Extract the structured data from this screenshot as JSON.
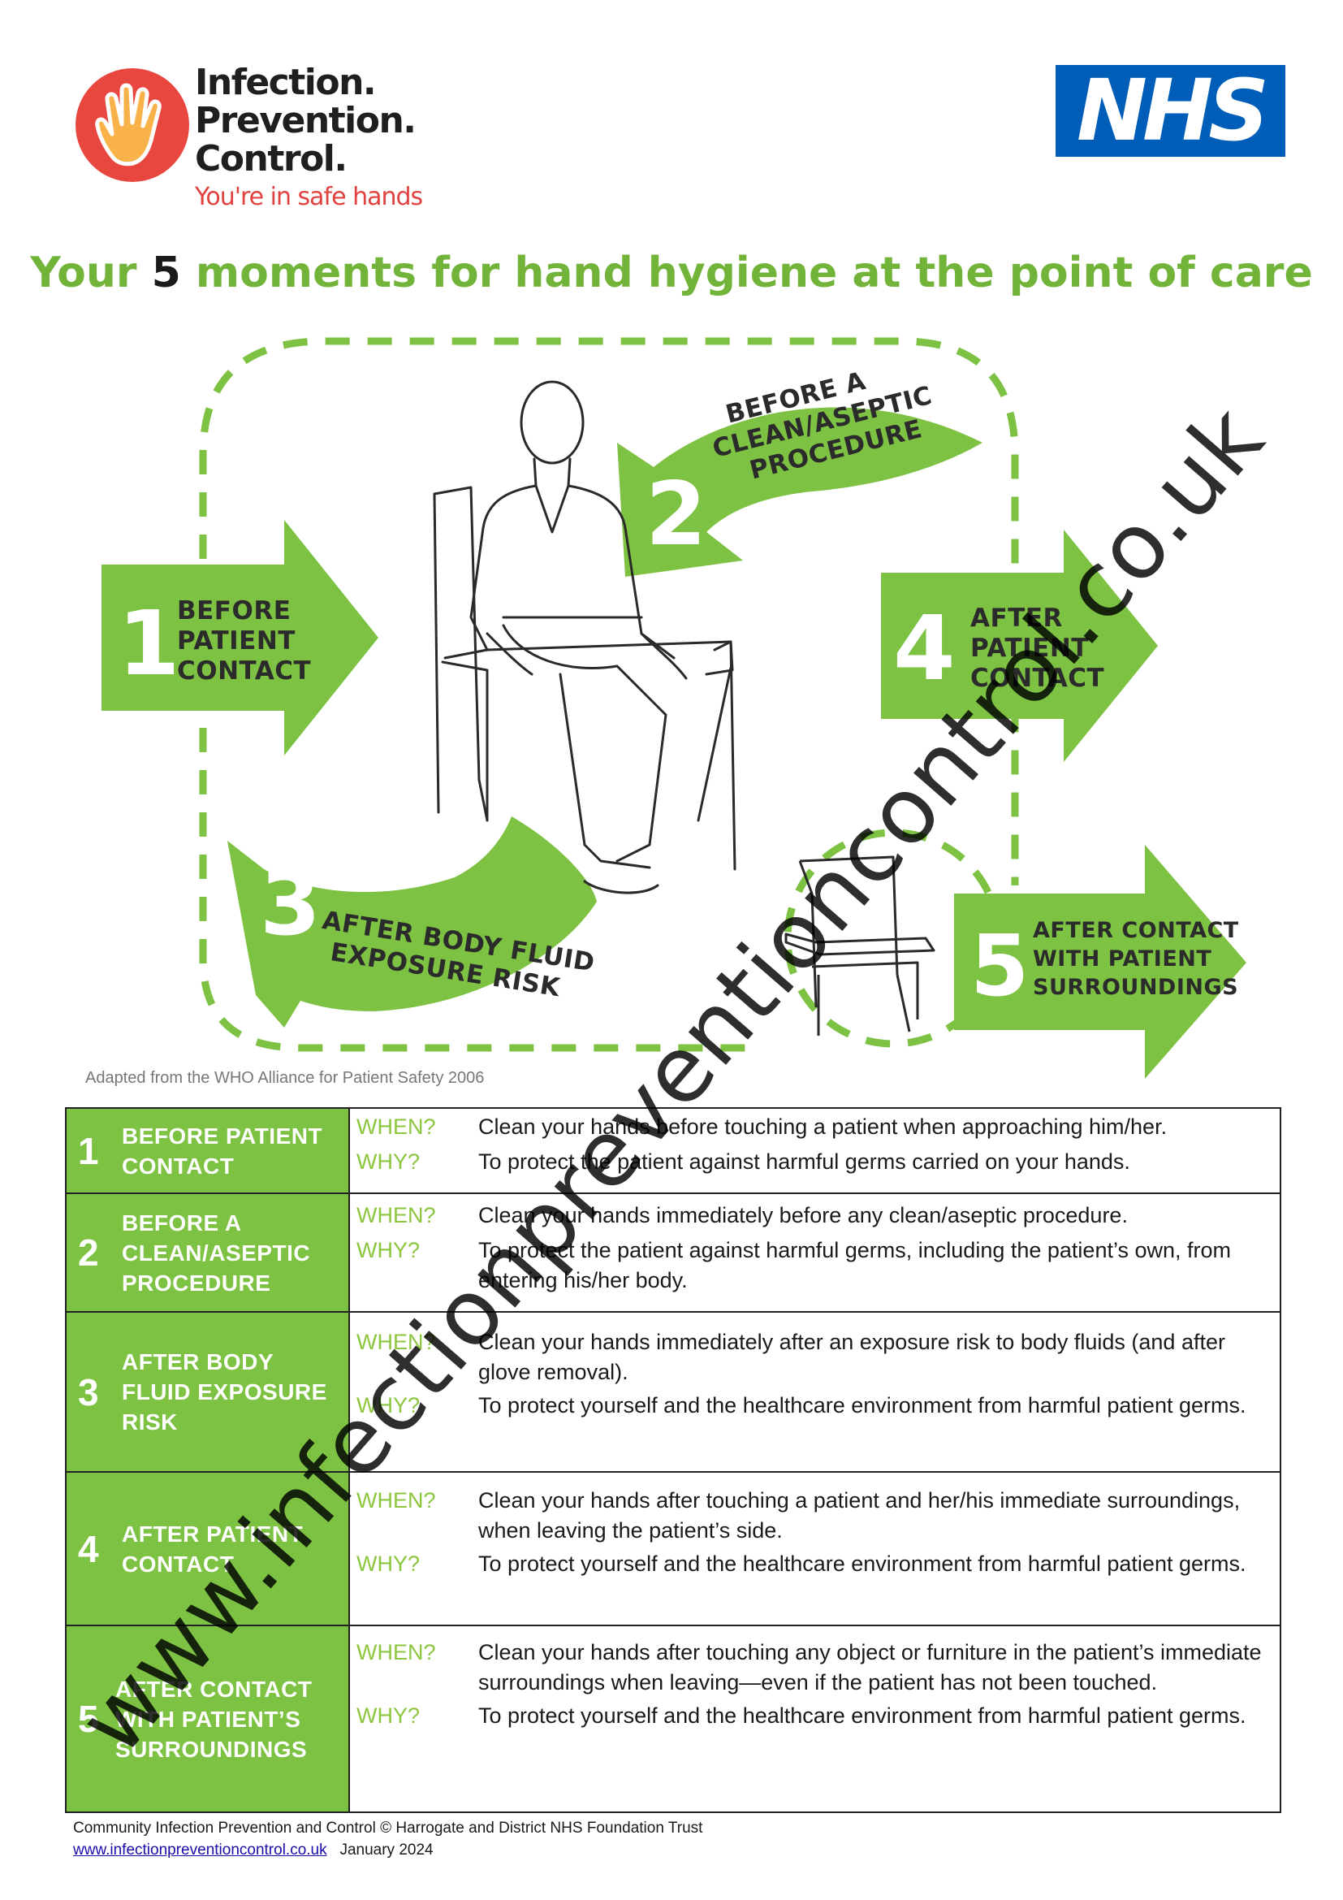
{
  "header": {
    "logo_lines": [
      "Infection.",
      "Prevention.",
      "Control."
    ],
    "logo_tagline": "You're in safe hands",
    "nhs_logo": "NHS"
  },
  "title": {
    "before": "Your ",
    "number": "5",
    "after": " moments for hand hygiene at the point of care"
  },
  "diagram": {
    "moments": [
      {
        "number": "1",
        "lines": [
          "BEFORE",
          "PATIENT",
          "CONTACT"
        ]
      },
      {
        "number": "2",
        "lines": [
          "BEFORE A",
          "CLEAN/ASEPTIC",
          "PROCEDURE"
        ]
      },
      {
        "number": "3",
        "lines": [
          "AFTER BODY FLUID",
          "EXPOSURE RISK"
        ]
      },
      {
        "number": "4",
        "lines": [
          "AFTER",
          "PATIENT",
          "CONTACT"
        ]
      },
      {
        "number": "5",
        "lines": [
          "AFTER CONTACT",
          "WITH PATIENT",
          "SURROUNDINGS"
        ]
      }
    ],
    "credit": "Adapted from the WHO Alliance for Patient Safety 2006"
  },
  "table": {
    "when_label": "WHEN?",
    "why_label": "WHY?",
    "rows": [
      {
        "number": "1",
        "label_lines": [
          "BEFORE PATIENT",
          "CONTACT"
        ],
        "when": "Clean your hands before touching a patient when approaching him/her.",
        "why": "To protect the patient against harmful germs carried on your hands."
      },
      {
        "number": "2",
        "label_lines": [
          "BEFORE A",
          "CLEAN/ASEPTIC",
          "PROCEDURE"
        ],
        "when": "Clean your hands immediately before any clean/aseptic procedure.",
        "why": "To protect the patient against harmful germs, including the patient’s own, from entering his/her body."
      },
      {
        "number": "3",
        "label_lines": [
          "AFTER BODY",
          "FLUID EXPOSURE",
          "RISK"
        ],
        "when": "Clean your hands immediately after an exposure risk to body fluids (and after glove removal).",
        "why": "To protect yourself and the healthcare environment from harmful patient germs."
      },
      {
        "number": "4",
        "label_lines": [
          "AFTER PATIENT",
          "CONTACT"
        ],
        "when": "Clean your hands after touching a patient and her/his immediate surroundings, when leaving the patient’s side.",
        "why": "To protect yourself and the healthcare environment from harmful patient germs."
      },
      {
        "number": "5",
        "label_lines": [
          "AFTER CONTACT",
          "WITH PATIENT’S",
          "SURROUNDINGS"
        ],
        "when": "Clean your hands after touching any object or furniture in the patient’s immediate surroundings when leaving—even if the patient has not been touched.",
        "why": "To protect yourself and the healthcare environment from harmful patient germs."
      }
    ]
  },
  "footer": {
    "line1": "Community Infection Prevention and Control  © Harrogate and District NHS Foundation Trust",
    "link": "www.infectionpreventioncontrol.co.uk",
    "date": "January 2024"
  },
  "watermark": "www.infectionpreventioncontrol.co.uk",
  "colors": {
    "green": "#7dc242",
    "title_green": "#72b43a",
    "nhs_blue": "#005eb8",
    "logo_red": "#e0423f"
  }
}
